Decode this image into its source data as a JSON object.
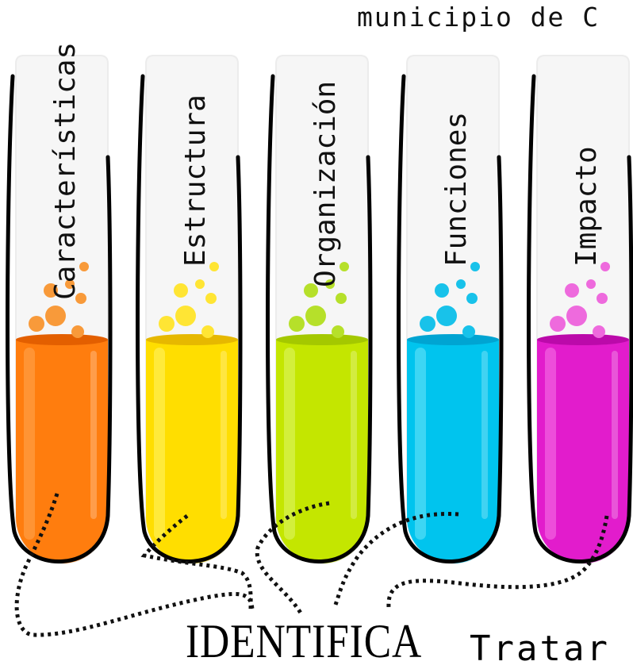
{
  "header": {
    "caption": "municipio de C"
  },
  "tubes": [
    {
      "label": "Características",
      "liquid": "#ff7d0e",
      "light": "#ffa24a",
      "dark": "#e35f00",
      "bubble": "#f89a3a"
    },
    {
      "label": "Estructura",
      "liquid": "#ffde00",
      "light": "#fff05a",
      "dark": "#e6b800",
      "bubble": "#ffe534"
    },
    {
      "label": "Organización",
      "liquid": "#c4e600",
      "light": "#dcf55a",
      "dark": "#a4c800",
      "bubble": "#b6e02a"
    },
    {
      "label": "Funciones",
      "liquid": "#00c4ee",
      "light": "#5ee0f8",
      "dark": "#00a4d2",
      "bubble": "#18c2ea"
    },
    {
      "label": "Impacto",
      "liquid": "#e21ccc",
      "light": "#f36ae2",
      "dark": "#bb0aaa",
      "bubble": "#ee6add"
    }
  ],
  "footer": {
    "main": "IDENTIFICA",
    "sub": "Tratar"
  }
}
